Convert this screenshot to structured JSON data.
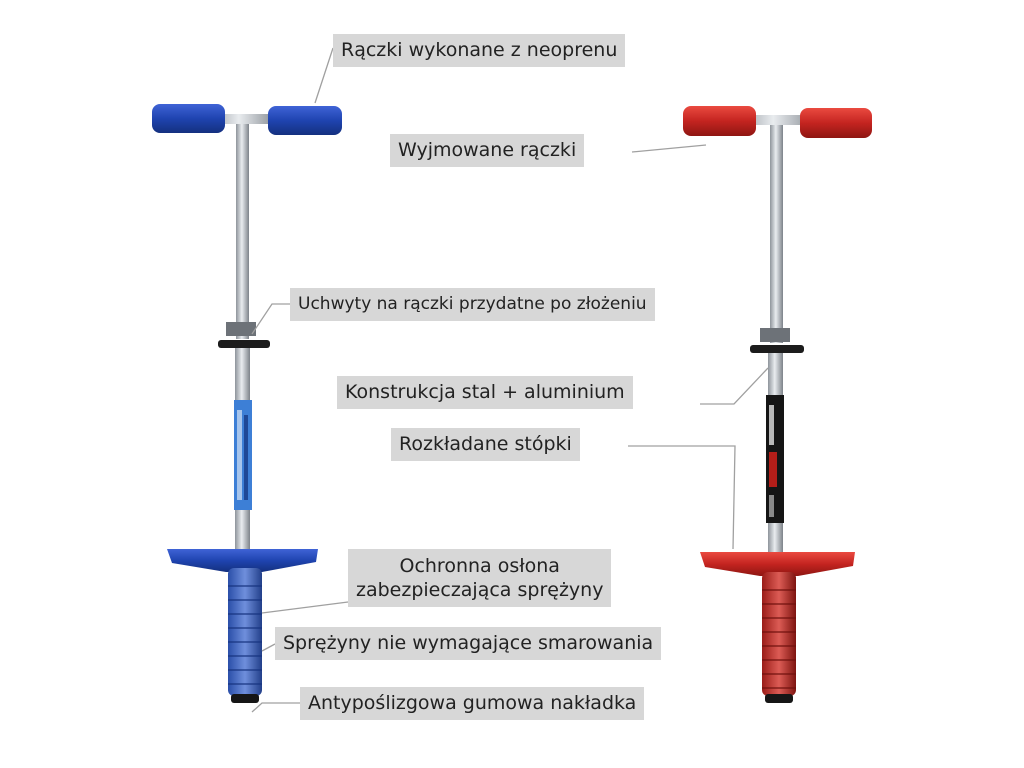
{
  "labels": {
    "handles_neoprene": "Rączki wykonane z neoprenu",
    "removable_handles": "Wyjmowane rączki",
    "handle_holders": "Uchwyty na rączki przydatne po złożeniu",
    "construction": "Konstrukcja stal + aluminium",
    "folding_steps": "Rozkładane stópki",
    "spring_cover_line1": "Ochronna osłona",
    "spring_cover_line2": "zabezpieczająca sprężyny",
    "springs": "Sprężyny nie wymagające smarowania",
    "rubber_tip": "Antypoślizgowa gumowa nakładka"
  },
  "colors": {
    "blue_stick": "#1f44b0",
    "red_stick": "#c42420",
    "steel": "#b8bcc2",
    "label_bg": "#d7d7d7",
    "leader_line": "#a0a0a0"
  }
}
